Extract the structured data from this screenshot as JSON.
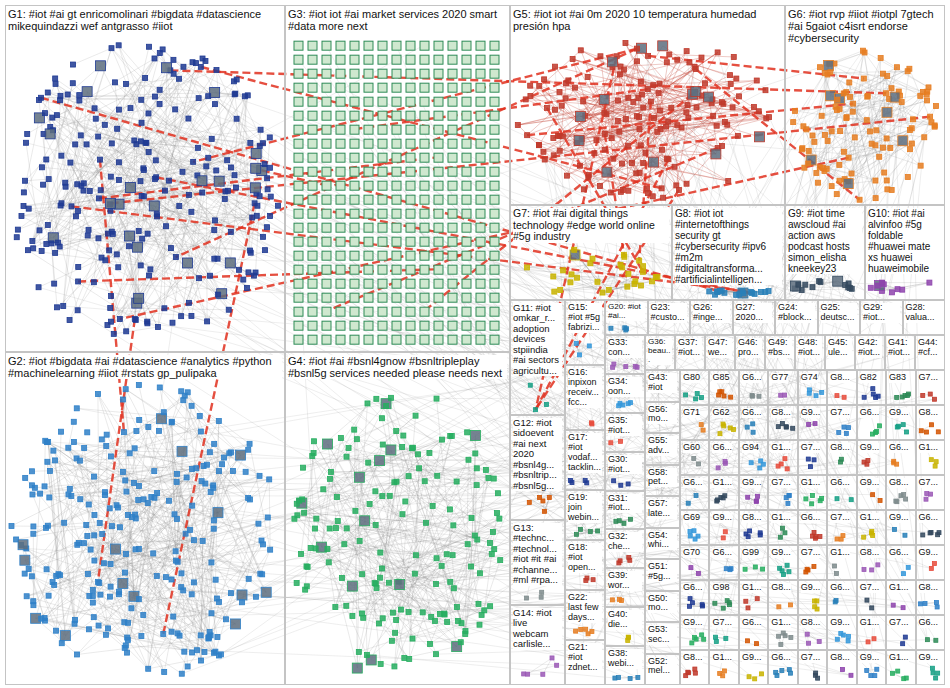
{
  "diagram": {
    "nodes": [
      {
        "text": [
          "G1: #iot #ai gt enricomolinari #bigdata #datascience mikequindazzi wef antgrasso #iiot"
        ]
      },
      {
        "text": [
          "G3: #iot iot #ai market services 2020 smart #data more next"
        ]
      },
      {
        "text": [
          "G5: #iot iot #ai 0m 2020 10 temperatura humedad presión hpa"
        ]
      },
      {
        "text": [
          "G6: #iot rvp #iiot #iotpl 7gtech #ai 5gaiot c4isrt endorse #cybersecurity"
        ]
      },
      {
        "text": [
          "G7: #iot #ai digital things technology #edge world online #5g industry"
        ]
      },
      {
        "text": [
          "G8: #iot iot #internetofthings security gt #cybersecurity #ipv6 #m2m #digitaltransforma... #artificialintelligen..."
        ]
      },
      {
        "text": [
          "G9: #iot time awscloud #ai action aws podcast hosts simon_elisha kneekey23"
        ]
      },
      {
        "text": [
          "G10: #iot #ai alvinfoo #5g foldable #huawei mate xs huawei huaweimobile"
        ]
      },
      {
        "text": [
          "G2: #iot #bigdata #ai #datascience #analytics #python #machinelearning #iiot #rstats gp_pulipaka"
        ]
      },
      {
        "text": [
          "G4: #iot #ai #bsnl4gnow #bsnltripleplay #bsnl5g services needed please needs next"
        ]
      },
      {
        "text": [
          "G11: #iot omkar_r... adoption devices stpiindia #ai sectors agricultu..."
        ]
      },
      {
        "text": [
          "G12: #iot sidoevent #ai next 2020 #bsnl4g... #bsnltrip... #bsnl5g..."
        ]
      },
      {
        "text": [
          "G13: #technc... #technol... #iot #it #ai #channe... #ml #rpa..."
        ]
      },
      {
        "text": [
          "G14: #iot live webcam carlisle..."
        ]
      },
      {
        "text": [
          "G15: #iot #5g fabrizi..."
        ]
      },
      {
        "text": [
          "G16: inpixon receiv... fcc..."
        ]
      },
      {
        "text": [
          "G17: #iot vodaf... tacklin..."
        ]
      },
      {
        "text": [
          "G19: join webin..."
        ]
      },
      {
        "text": [
          "G18: #iot open..."
        ]
      },
      {
        "text": [
          "G22: last few days..."
        ]
      },
      {
        "text": [
          "G21: #iot zdnet..."
        ]
      },
      {
        "text": [
          "G20: #iot #ai..."
        ]
      },
      {
        "text": [
          "G23: #custo..."
        ]
      },
      {
        "text": [
          "G26: #inge..."
        ]
      },
      {
        "text": [
          "G27: 2020..."
        ]
      },
      {
        "text": [
          "G24: #block..."
        ]
      },
      {
        "text": [
          "G25: deutsc..."
        ]
      },
      {
        "text": [
          "G29: #iot..."
        ]
      },
      {
        "text": [
          "G28: valua..."
        ]
      },
      {
        "text": [
          "G33: con..."
        ]
      },
      {
        "text": [
          "G34: oon..."
        ]
      },
      {
        "text": [
          "G35: #iot..."
        ]
      },
      {
        "text": [
          "G30: #iot..."
        ]
      },
      {
        "text": [
          "G31: #iot..."
        ]
      },
      {
        "text": [
          "G32: che..."
        ]
      },
      {
        "text": [
          "G39: wor..."
        ]
      },
      {
        "text": [
          "G40: die..."
        ]
      },
      {
        "text": [
          "G38: webi..."
        ]
      },
      {
        "text": [
          "G36: beau..."
        ]
      },
      {
        "text": [
          "G37: #iot..."
        ]
      },
      {
        "text": [
          "G47: we..."
        ]
      },
      {
        "text": [
          "G46: pro..."
        ]
      },
      {
        "text": [
          "G49: #bs..."
        ]
      },
      {
        "text": [
          "G48: #iot..."
        ]
      },
      {
        "text": [
          "G45: ule..."
        ]
      },
      {
        "text": [
          "G42: #iot..."
        ]
      },
      {
        "text": [
          "G41: #iot..."
        ]
      },
      {
        "text": [
          "G44: #cf..."
        ]
      },
      {
        "text": [
          "G43: #iot"
        ]
      },
      {
        "text": [
          "G56: mo..."
        ]
      },
      {
        "text": [
          "G55: adv..."
        ]
      },
      {
        "text": [
          "G58: pet..."
        ]
      },
      {
        "text": [
          "G57: late..."
        ]
      },
      {
        "text": [
          "G54: whi..."
        ]
      },
      {
        "text": [
          "G51: #5g..."
        ]
      },
      {
        "text": [
          "G50: mo..."
        ]
      },
      {
        "text": [
          "G53: sec..."
        ]
      },
      {
        "text": [
          "G52: mel..."
        ]
      },
      {
        "text": [
          "G80"
        ]
      },
      {
        "text": [
          "G85"
        ]
      },
      {
        "text": [
          "G6..."
        ]
      },
      {
        "text": [
          "G77"
        ]
      },
      {
        "text": [
          "G74"
        ]
      },
      {
        "text": [
          "G8..."
        ]
      },
      {
        "text": [
          "G82"
        ]
      },
      {
        "text": [
          "G83"
        ]
      },
      {
        "text": [
          "G7..."
        ]
      },
      {
        "text": [
          "G71"
        ]
      },
      {
        "text": [
          "G62"
        ]
      },
      {
        "text": [
          "G6..."
        ]
      },
      {
        "text": [
          "G8..."
        ]
      },
      {
        "text": [
          "G9..."
        ]
      },
      {
        "text": [
          "G7..."
        ]
      },
      {
        "text": [
          "G6..."
        ]
      },
      {
        "text": [
          "G9..."
        ]
      },
      {
        "text": [
          "G8..."
        ]
      },
      {
        "text": [
          "G60"
        ]
      },
      {
        "text": [
          "G6..."
        ]
      },
      {
        "text": [
          "G94"
        ]
      },
      {
        "text": [
          "G1..."
        ]
      },
      {
        "text": [
          "G7..."
        ]
      },
      {
        "text": [
          "G8..."
        ]
      },
      {
        "text": [
          "G9..."
        ]
      },
      {
        "text": [
          "G6..."
        ]
      },
      {
        "text": [
          "G1..."
        ]
      },
      {
        "text": [
          "G6..."
        ]
      },
      {
        "text": [
          "G1..."
        ]
      },
      {
        "text": [
          "G9..."
        ]
      },
      {
        "text": [
          "G7..."
        ]
      },
      {
        "text": [
          "G1..."
        ]
      },
      {
        "text": [
          "G6..."
        ]
      },
      {
        "text": [
          "G9..."
        ]
      },
      {
        "text": [
          "G8..."
        ]
      },
      {
        "text": [
          "G7..."
        ]
      },
      {
        "text": [
          "G69"
        ]
      },
      {
        "text": [
          "G9..."
        ]
      },
      {
        "text": [
          "G8..."
        ]
      },
      {
        "text": [
          "G1..."
        ]
      },
      {
        "text": [
          "G6..."
        ]
      },
      {
        "text": [
          "G7..."
        ]
      },
      {
        "text": [
          "G1..."
        ]
      },
      {
        "text": [
          "G9..."
        ]
      },
      {
        "text": [
          "G6..."
        ]
      },
      {
        "text": [
          "G70"
        ]
      },
      {
        "text": [
          "G6..."
        ]
      },
      {
        "text": [
          "G99"
        ]
      },
      {
        "text": [
          "G9..."
        ]
      },
      {
        "text": [
          "G7..."
        ]
      },
      {
        "text": [
          "G1..."
        ]
      },
      {
        "text": [
          "G8..."
        ]
      },
      {
        "text": [
          "G6..."
        ]
      },
      {
        "text": [
          "G9..."
        ]
      },
      {
        "text": [
          "G6..."
        ]
      },
      {
        "text": [
          "G98"
        ]
      },
      {
        "text": [
          "G1..."
        ]
      },
      {
        "text": [
          "G8..."
        ]
      },
      {
        "text": [
          "G9..."
        ]
      },
      {
        "text": [
          "G6..."
        ]
      },
      {
        "text": [
          "G7..."
        ]
      },
      {
        "text": [
          "G1..."
        ]
      },
      {
        "text": [
          "G8..."
        ]
      },
      {
        "text": [
          "G9..."
        ]
      },
      {
        "text": [
          "G7..."
        ]
      },
      {
        "text": [
          "G6..."
        ]
      },
      {
        "text": [
          "G1..."
        ]
      },
      {
        "text": [
          "G8..."
        ]
      },
      {
        "text": [
          "G9..."
        ]
      },
      {
        "text": [
          "G1..."
        ]
      },
      {
        "text": [
          "G7..."
        ]
      },
      {
        "text": [
          "G6..."
        ]
      },
      {
        "text": [
          "G8..."
        ]
      },
      {
        "text": [
          "G1..."
        ]
      },
      {
        "text": [
          "G9..."
        ]
      },
      {
        "text": [
          "G6..."
        ]
      },
      {
        "text": [
          "G7..."
        ]
      },
      {
        "text": [
          "G8..."
        ]
      },
      {
        "text": [
          "G9..."
        ]
      },
      {
        "text": [
          "G1..."
        ]
      },
      {
        "text": [
          "G9..."
        ]
      }
    ]
  }
}
